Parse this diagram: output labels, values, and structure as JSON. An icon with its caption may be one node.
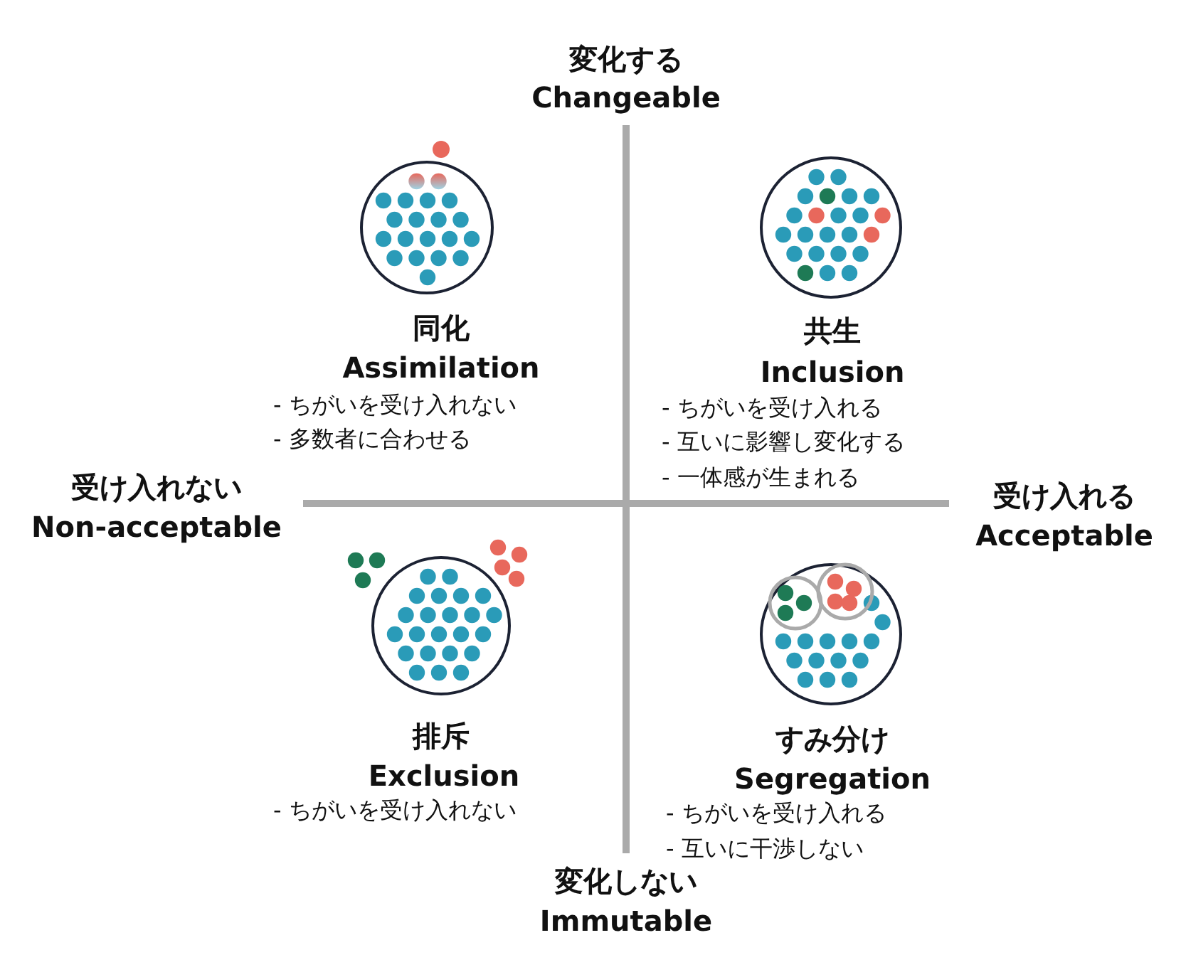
{
  "diagram": {
    "labels": [
      "変化する",
      "Changeable",
      "同化",
      "Assimilation",
      "- ちがいを受け入れない",
      "- 多数者に合わせる",
      "共生",
      "Inclusion",
      "- ちがいを受け入れる",
      "- 互いに影響し変化する",
      "- 一体感が生まれる",
      "受け入れない",
      "Non-acceptable",
      "受け入れる",
      "Acceptable",
      "排斥",
      "Exclusion",
      "- ちがいを受け入れない",
      "すみ分け",
      "Segregation",
      "- ちがいを受け入れる",
      "- 互いに干渉しない",
      "変化しない",
      "Immutable"
    ]
  }
}
